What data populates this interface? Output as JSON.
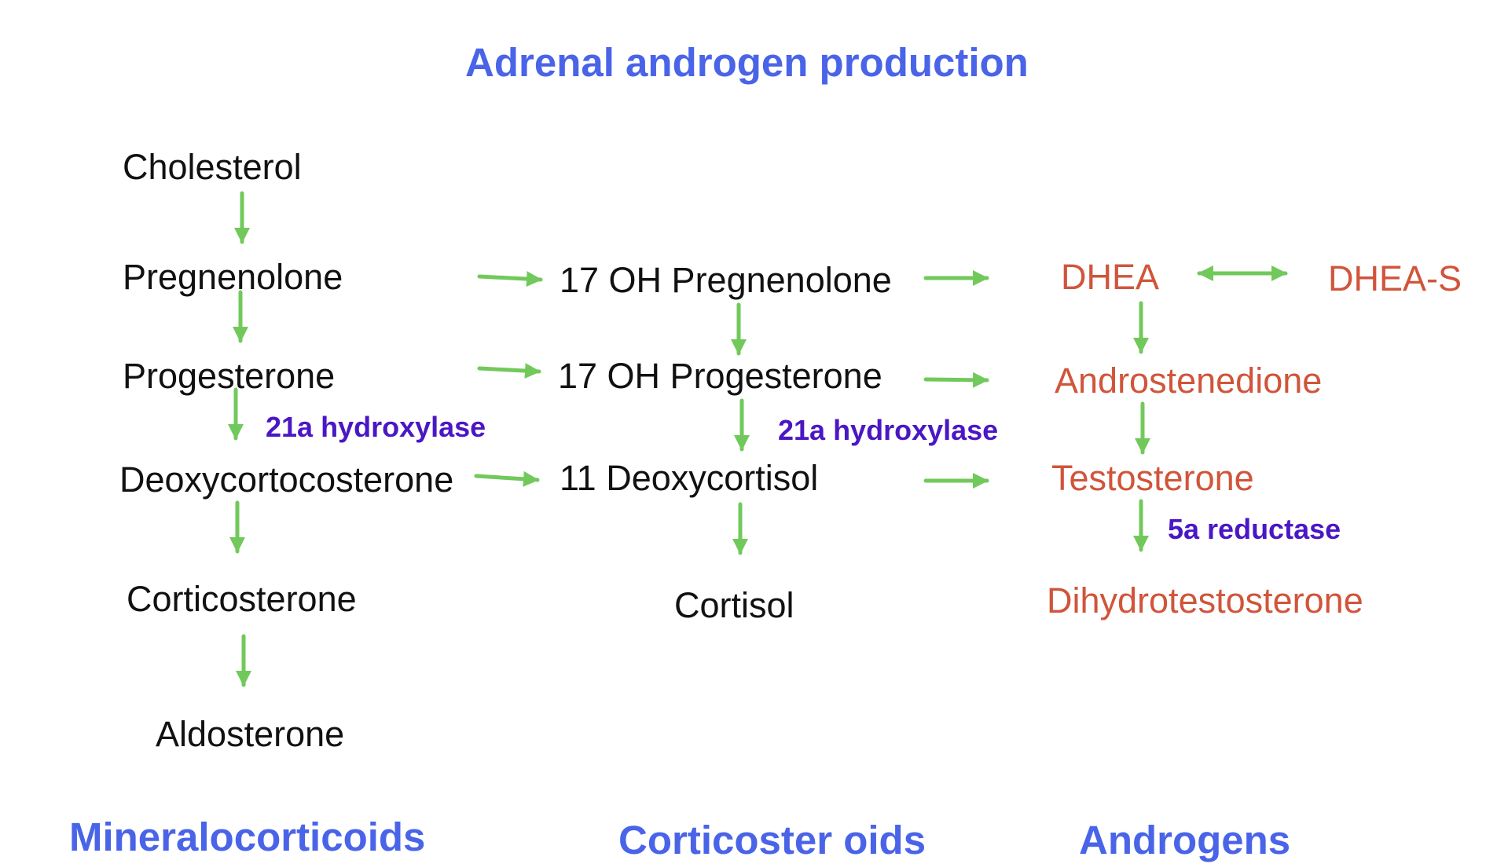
{
  "title": "Adrenal androgen production",
  "colors": {
    "title": "#4a64e8",
    "node": "#111111",
    "androgen": "#d0553a",
    "enzyme": "#4b17c4",
    "arrow": "#72c95b",
    "group": "#4a64e8"
  },
  "nodes": {
    "cholesterol": "Cholesterol",
    "pregnenolone": "Pregnenolone",
    "progesterone": "Progesterone",
    "deoxycorticosterone": "Deoxycortocosterone",
    "corticosterone": "Corticosterone",
    "aldosterone": "Aldosterone",
    "oh_pregnenolone": "17 OH Pregnenolone",
    "oh_progesterone": "17 OH Progesterone",
    "deoxycortisol": "11 Deoxycortisol",
    "cortisol": "Cortisol",
    "dhea": "DHEA",
    "dhea_s": "DHEA-S",
    "androstenedione": "Androstenedione",
    "testosterone": "Testosterone",
    "dihydrotestosterone": "Dihydrotestosterone"
  },
  "enzymes": {
    "left_21a": "21a hydroxylase",
    "middle_21a": "21a hydroxylase",
    "reductase_5a": "5a reductase"
  },
  "groups": {
    "mineralocorticoids": "Mineralocorticoids",
    "corticosteroids": "Corticoster oids",
    "androgens": "Androgens"
  }
}
